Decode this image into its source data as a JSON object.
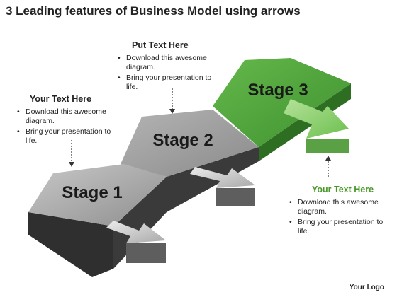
{
  "title": "3 Leading features of Business Model using arrows",
  "stages": [
    {
      "label": "Stage 1"
    },
    {
      "label": "Stage 2"
    },
    {
      "label": "Stage 3"
    }
  ],
  "callouts": {
    "left": {
      "heading": "Your Text Here",
      "bullets": [
        "Download this awesome diagram.",
        "Bring your presentation to life."
      ]
    },
    "top": {
      "heading": "Put Text Here",
      "bullets": [
        "Download this awesome diagram.",
        "Bring your presentation to life."
      ]
    },
    "right": {
      "heading": "Your Text Here",
      "bullets": [
        "Download this awesome diagram.",
        "Bring your presentation to life."
      ]
    }
  },
  "logo": "Your Logo",
  "colors": {
    "gray_top": "#9a9a9a",
    "gray_side": "#3a3a3a",
    "green_top": "#4fa83a",
    "green_side": "#2e6e22",
    "green_heading": "#4a9a2a"
  }
}
